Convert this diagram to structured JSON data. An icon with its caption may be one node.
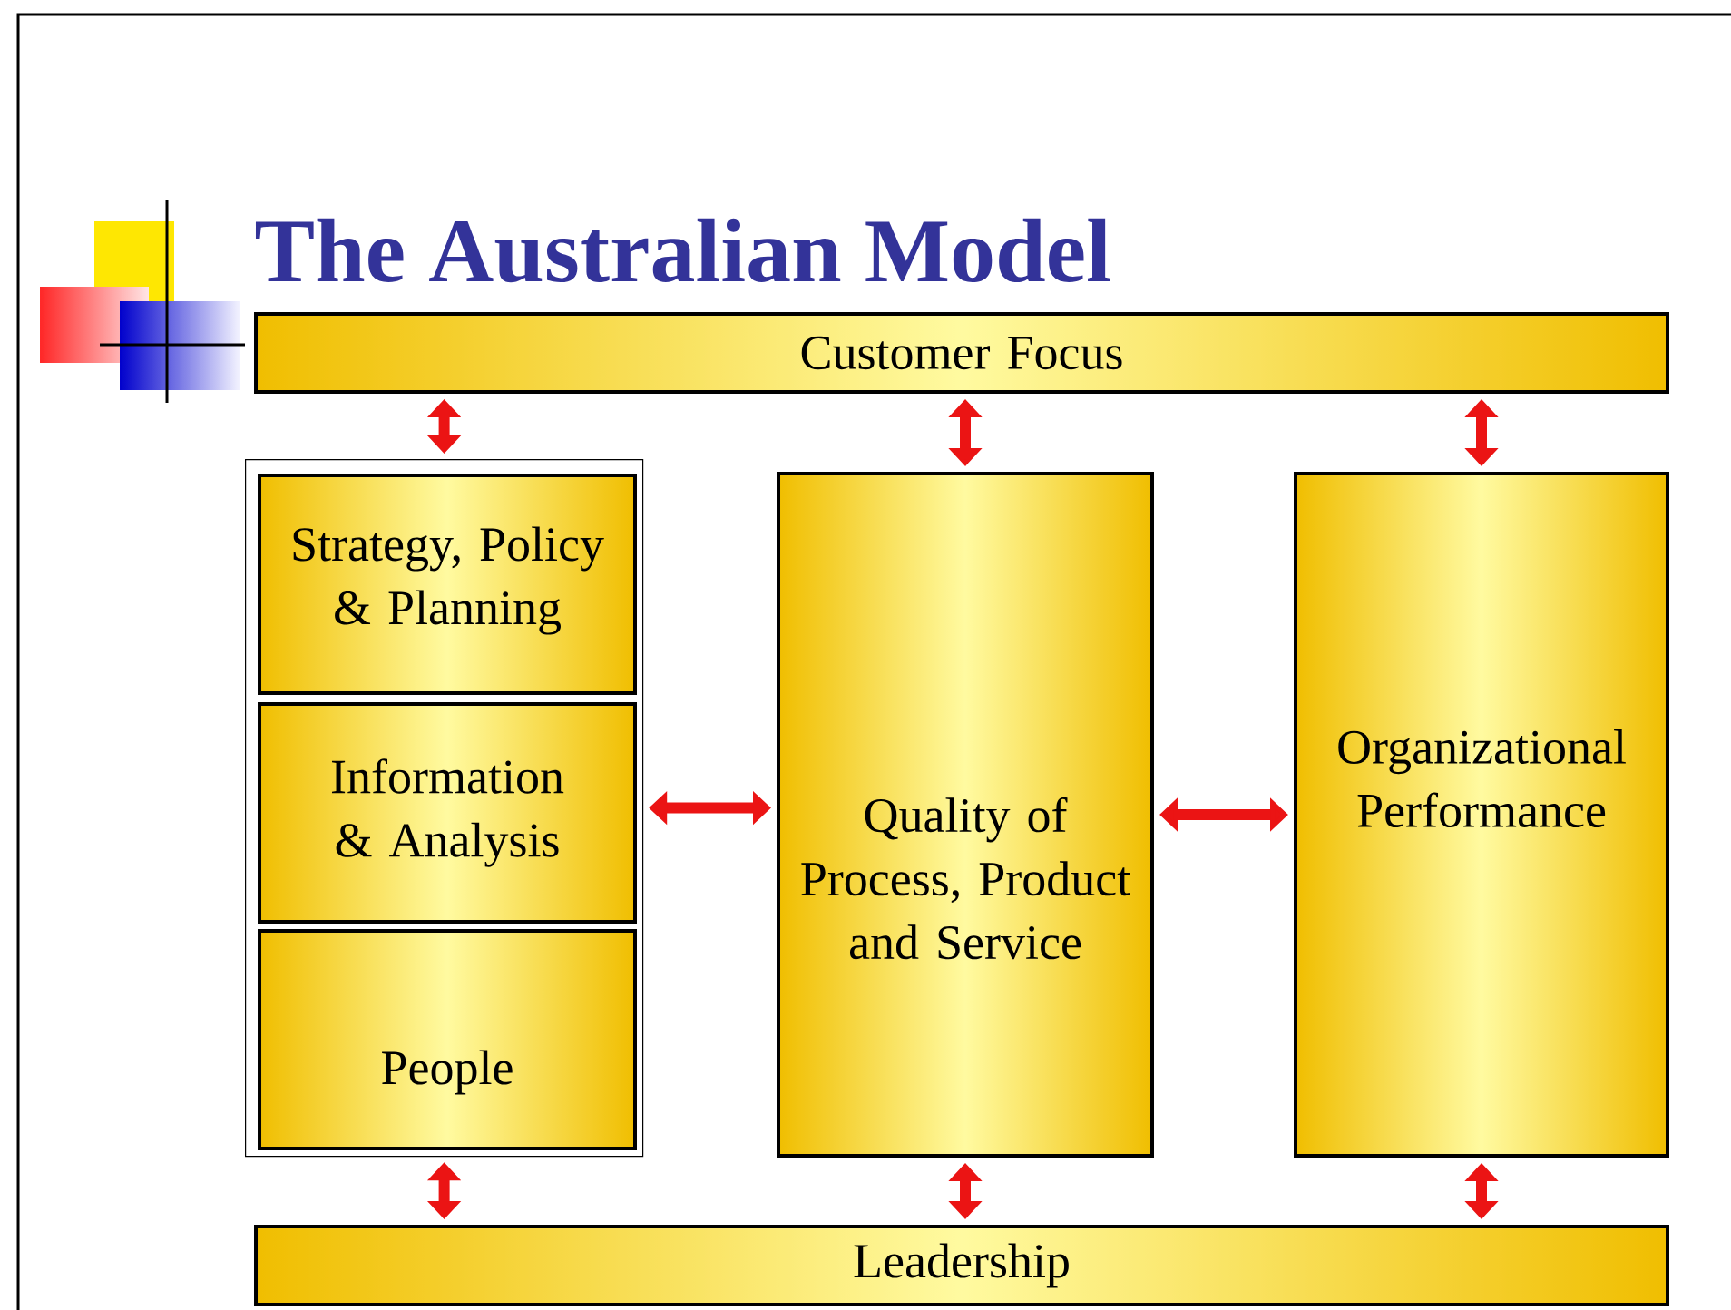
{
  "diagram": {
    "title": "The Australian Model",
    "nodes": [
      {
        "text": [
          "Customer Focus"
        ]
      },
      {
        "text": [],
        "shape": "box"
      },
      {
        "text": [
          "Strategy, Policy & Planning"
        ],
        "in": 1
      },
      {
        "text": [
          "Information & Analysis"
        ],
        "in": 1
      },
      {
        "text": [
          "People"
        ],
        "in": 1
      },
      {
        "text": [
          "Quality of Process, Product and Service"
        ]
      },
      {
        "text": [
          "Organizational Performance"
        ]
      },
      {
        "text": [
          "Leadership"
        ]
      }
    ],
    "edges": [
      {
        "from": 0,
        "to": 1,
        "arrow": "both"
      },
      {
        "from": 0,
        "to": 5,
        "arrow": "both"
      },
      {
        "from": 0,
        "to": 6,
        "arrow": "both"
      },
      {
        "from": 1,
        "to": 5,
        "arrow": "both"
      },
      {
        "from": 5,
        "to": 6,
        "arrow": "both"
      },
      {
        "from": 1,
        "to": 7,
        "arrow": "both"
      },
      {
        "from": 5,
        "to": 7,
        "arrow": "both"
      },
      {
        "from": 6,
        "to": 7,
        "arrow": "both"
      }
    ]
  }
}
